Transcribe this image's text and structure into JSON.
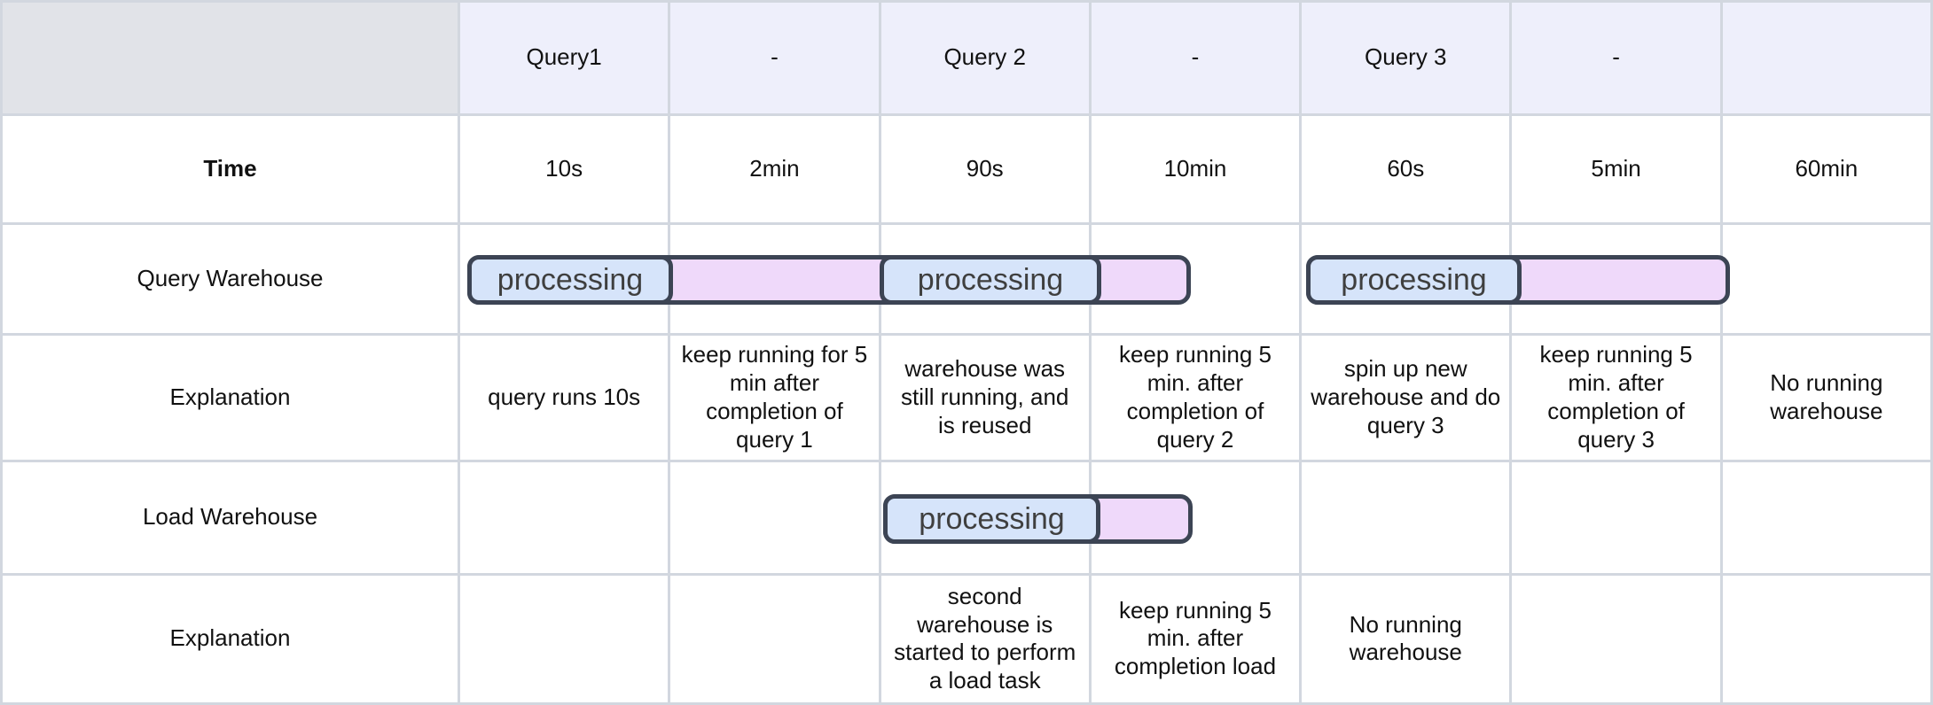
{
  "colors": {
    "header_bg": "#eeeffb",
    "corner_bg": "#e1e3e8",
    "grid_line": "#d2d7df",
    "bar_border": "#3c4454",
    "processing_fill": "#d6e4fa",
    "keep_running_fill": "#efd9fa"
  },
  "header": {
    "corner": "",
    "columns": [
      "Query1",
      "-",
      "Query 2",
      "-",
      "Query 3",
      "-",
      ""
    ]
  },
  "time_row": {
    "label": "Time",
    "cells": [
      "10s",
      "2min",
      "90s",
      "10min",
      "60s",
      "5min",
      "60min"
    ]
  },
  "query_warehouse_row": {
    "label": "Query Warehouse"
  },
  "explanation_row_1": {
    "label": "Explanation",
    "cells": [
      "query runs 10s",
      "keep running for 5 min after completion of query 1",
      "warehouse was still running, and is reused",
      "keep running 5 min. after completion of query 2",
      "spin up new warehouse and do query 3",
      "keep running 5 min. after completion of query 3",
      "No running warehouse"
    ]
  },
  "load_warehouse_row": {
    "label": "Load Warehouse"
  },
  "explanation_row_2": {
    "label": "Explanation",
    "cells": [
      "",
      "",
      "second warehouse is started to perform a load task",
      "keep running 5 min. after completion load",
      "No running warehouse",
      "",
      ""
    ]
  },
  "labels": {
    "processing": "processing"
  }
}
